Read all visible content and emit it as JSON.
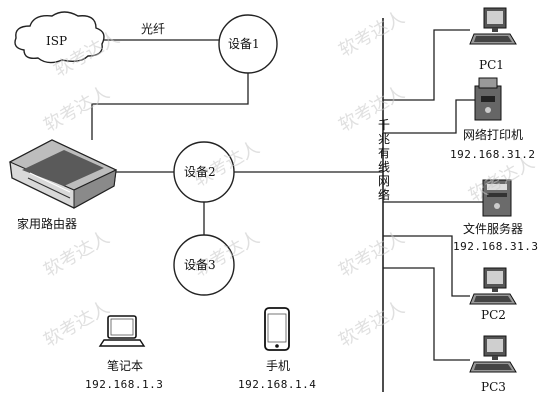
{
  "labels": {
    "isp": "ISP",
    "fiber": "光纤",
    "device1": "设备1",
    "device2": "设备2",
    "device3": "设备3",
    "home_router": "家用路由器",
    "wired_network": "千兆有线网络",
    "pc1": "PC1",
    "network_printer": "网络打印机",
    "printer_ip": "192.168.31.2",
    "file_server": "文件服务器",
    "server_ip": "192.168.31.3",
    "pc2": "PC2",
    "pc3": "PC3",
    "laptop": "笔记本",
    "laptop_ip": "192.168.1.3",
    "phone": "手机",
    "phone_ip": "192.168.1.4"
  },
  "watermark": "软考达人",
  "icons": [
    "cloud-icon",
    "router-icon",
    "pc-icon",
    "printer-icon",
    "server-icon",
    "laptop-icon",
    "phone-icon"
  ]
}
